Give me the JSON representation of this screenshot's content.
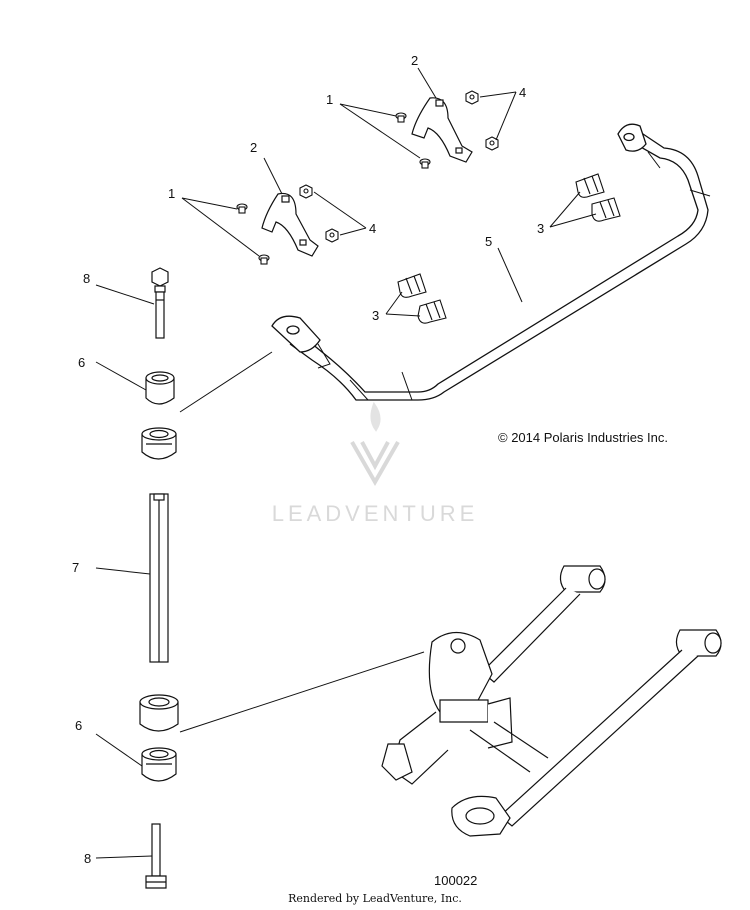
{
  "callouts": {
    "c1a": "1",
    "c1b": "1",
    "c2a": "2",
    "c2b": "2",
    "c3a": "3",
    "c3b": "3",
    "c4a": "4",
    "c4b": "4",
    "c5": "5",
    "c6a": "6",
    "c6b": "6",
    "c7": "7",
    "c8a": "8",
    "c8b": "8"
  },
  "copyright": "© 2014 Polaris Industries Inc.",
  "drawing_number": "100022",
  "rendered_by": "Rendered by LeadVenture, Inc.",
  "watermark": "LEADVENTURE",
  "colors": {
    "line": "#111111",
    "watermark": "#d9d9d9",
    "background": "#ffffff"
  }
}
